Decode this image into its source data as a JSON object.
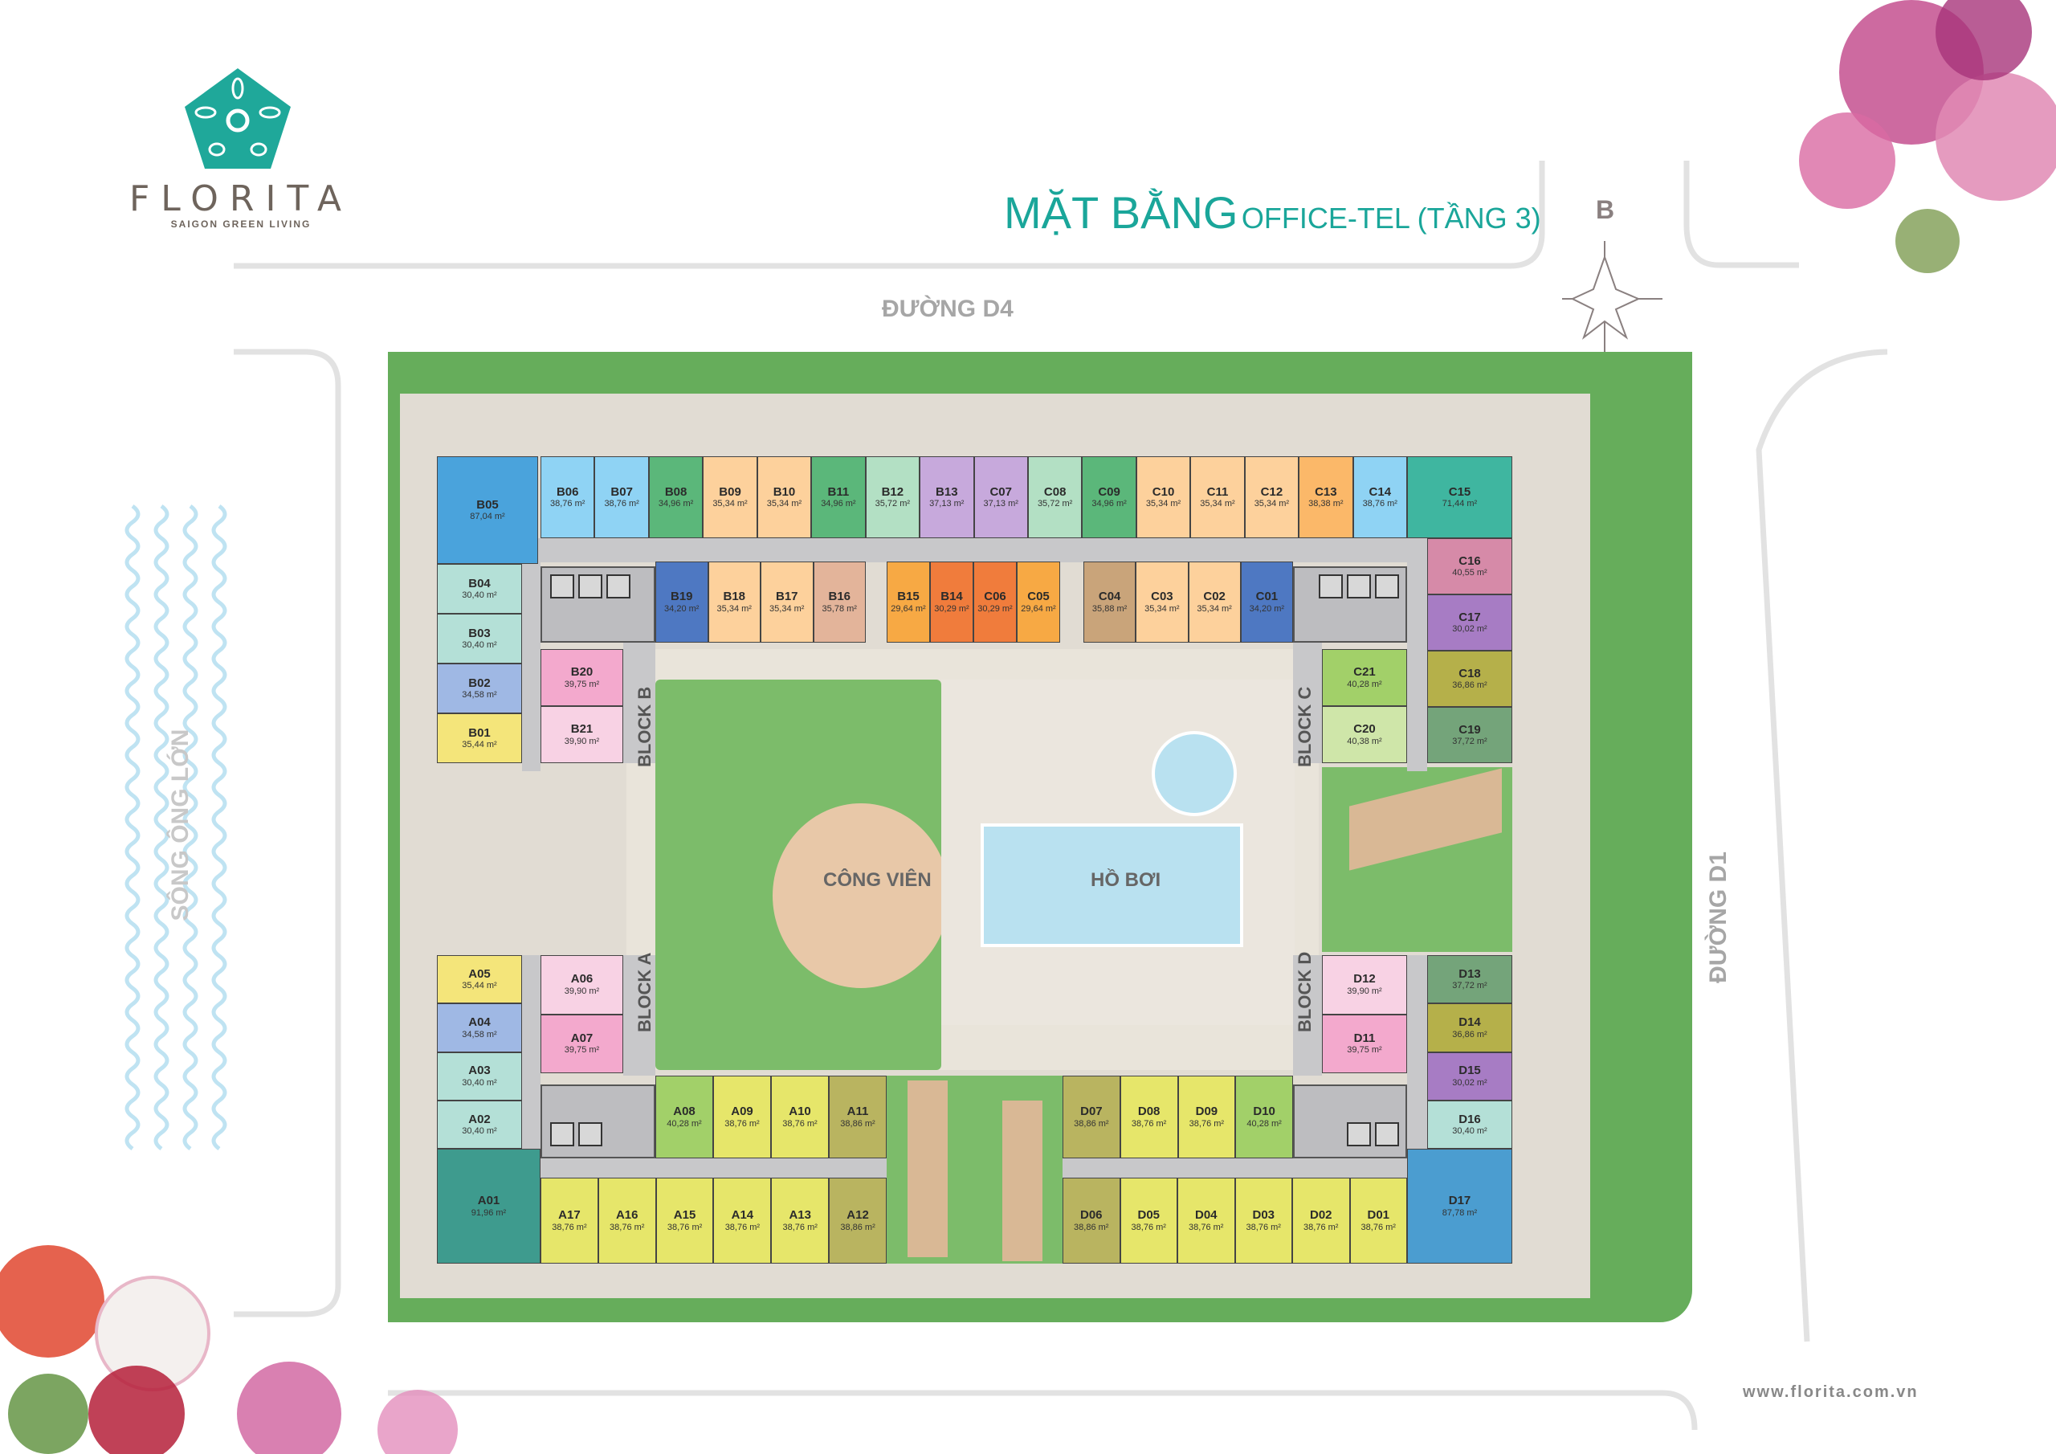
{
  "brand": {
    "name": "FLORITA",
    "tagline": "SAIGON GREEN LIVING",
    "accent": "#1fa89a"
  },
  "title": {
    "main": "MẶT BẰNG",
    "sub": "OFFICE-TEL (TẦNG 3)"
  },
  "compass": {
    "north_label": "B"
  },
  "streets": {
    "top": "ĐƯỜNG D4",
    "right": "ĐƯỜNG D1",
    "river": "SÔNG ÔNG LỚN"
  },
  "areas": {
    "park": "CÔNG VIÊN",
    "pool": "HỒ BƠI"
  },
  "blocks": {
    "a": "BLOCK A",
    "b": "BLOCK B",
    "c": "BLOCK C",
    "d": "BLOCK D"
  },
  "website": "www.florita.com.vn",
  "units": {
    "b05": [
      {
        "name": "B05",
        "area": "87,04 m²",
        "color": "#4aa3dc"
      }
    ],
    "top_row": [
      {
        "name": "B06",
        "area": "38,76 m²",
        "color": "#8fd3f4"
      },
      {
        "name": "B07",
        "area": "38,76 m²",
        "color": "#8fd3f4"
      },
      {
        "name": "B08",
        "area": "34,96 m²",
        "color": "#5bb77a"
      },
      {
        "name": "B09",
        "area": "35,34 m²",
        "color": "#fdd19c"
      },
      {
        "name": "B10",
        "area": "35,34 m²",
        "color": "#fdd19c"
      },
      {
        "name": "B11",
        "area": "34,96 m²",
        "color": "#5bb77a"
      },
      {
        "name": "B12",
        "area": "35,72 m²",
        "color": "#b3e0c4"
      },
      {
        "name": "B13",
        "area": "37,13 m²",
        "color": "#c7a9dc"
      },
      {
        "name": "C07",
        "area": "37,13 m²",
        "color": "#c7a9dc"
      },
      {
        "name": "C08",
        "area": "35,72 m²",
        "color": "#b3e0c4"
      },
      {
        "name": "C09",
        "area": "34,96 m²",
        "color": "#5bb77a"
      },
      {
        "name": "C10",
        "area": "35,34 m²",
        "color": "#fdd19c"
      },
      {
        "name": "C11",
        "area": "35,34 m²",
        "color": "#fdd19c"
      },
      {
        "name": "C12",
        "area": "35,34 m²",
        "color": "#fdd19c"
      },
      {
        "name": "C13",
        "area": "38,38 m²",
        "color": "#fbb869"
      },
      {
        "name": "C14",
        "area": "38,76 m²",
        "color": "#8fd3f4"
      }
    ],
    "c15": [
      {
        "name": "C15",
        "area": "71,44 m²",
        "color": "#3fb6a0"
      }
    ],
    "inner_b": [
      {
        "name": "B19",
        "area": "34,20 m²",
        "color": "#4e78c2"
      },
      {
        "name": "B18",
        "area": "35,34 m²",
        "color": "#fdd19c"
      },
      {
        "name": "B17",
        "area": "35,34 m²",
        "color": "#fdd19c"
      },
      {
        "name": "B16",
        "area": "35,78 m²",
        "color": "#e3b49a"
      }
    ],
    "inner_bc": [
      {
        "name": "B15",
        "area": "29,64 m²",
        "color": "#f7a944"
      },
      {
        "name": "B14",
        "area": "30,29 m²",
        "color": "#f07c3c"
      },
      {
        "name": "C06",
        "area": "30,29 m²",
        "color": "#f07c3c"
      },
      {
        "name": "C05",
        "area": "29,64 m²",
        "color": "#f7a944"
      }
    ],
    "inner_c": [
      {
        "name": "C04",
        "area": "35,88 m²",
        "color": "#c9a47a"
      },
      {
        "name": "C03",
        "area": "35,34 m²",
        "color": "#fdd19c"
      },
      {
        "name": "C02",
        "area": "35,34 m²",
        "color": "#fdd19c"
      },
      {
        "name": "C01",
        "area": "34,20 m²",
        "color": "#4e78c2"
      }
    ],
    "left_b": [
      {
        "name": "B04",
        "area": "30,40 m²",
        "color": "#b4e0d7"
      },
      {
        "name": "B03",
        "area": "30,40 m²",
        "color": "#b4e0d7"
      },
      {
        "name": "B02",
        "area": "34,58 m²",
        "color": "#9fb8e4"
      },
      {
        "name": "B01",
        "area": "35,44 m²",
        "color": "#f4e57a"
      }
    ],
    "b_inner": [
      {
        "name": "B20",
        "area": "39,75 m²",
        "color": "#f3a9cd"
      },
      {
        "name": "B21",
        "area": "39,90 m²",
        "color": "#f8d2e4"
      }
    ],
    "right_c": [
      {
        "name": "C16",
        "area": "40,55 m²",
        "color": "#d68aa8"
      },
      {
        "name": "C17",
        "area": "30,02 m²",
        "color": "#a77cc4"
      },
      {
        "name": "C18",
        "area": "36,86 m²",
        "color": "#b5b04a"
      },
      {
        "name": "C19",
        "area": "37,72 m²",
        "color": "#74a47a"
      }
    ],
    "c_inner": [
      {
        "name": "C21",
        "area": "40,28 m²",
        "color": "#a2d069"
      },
      {
        "name": "C20",
        "area": "40,38 m²",
        "color": "#cfe6a9"
      }
    ],
    "left_a": [
      {
        "name": "A05",
        "area": "35,44 m²",
        "color": "#f4e57a"
      },
      {
        "name": "A04",
        "area": "34,58 m²",
        "color": "#9fb8e4"
      },
      {
        "name": "A03",
        "area": "30,40 m²",
        "color": "#b4e0d7"
      },
      {
        "name": "A02",
        "area": "30,40 m²",
        "color": "#b4e0d7"
      }
    ],
    "a_inner": [
      {
        "name": "A06",
        "area": "39,90 m²",
        "color": "#f8d2e4"
      },
      {
        "name": "A07",
        "area": "39,75 m²",
        "color": "#f3a9cd"
      }
    ],
    "a01": [
      {
        "name": "A01",
        "area": "91,96 m²",
        "color": "#3e9b8e"
      }
    ],
    "a_upper": [
      {
        "name": "A08",
        "area": "40,28 m²",
        "color": "#a2d069"
      },
      {
        "name": "A09",
        "area": "38,76 m²",
        "color": "#e6e66a"
      },
      {
        "name": "A10",
        "area": "38,76 m²",
        "color": "#e6e66a"
      },
      {
        "name": "A11",
        "area": "38,86 m²",
        "color": "#b9b460"
      }
    ],
    "a_lower": [
      {
        "name": "A17",
        "area": "38,76 m²",
        "color": "#e6e66a"
      },
      {
        "name": "A16",
        "area": "38,76 m²",
        "color": "#e6e66a"
      },
      {
        "name": "A15",
        "area": "38,76 m²",
        "color": "#e6e66a"
      },
      {
        "name": "A14",
        "area": "38,76 m²",
        "color": "#e6e66a"
      },
      {
        "name": "A13",
        "area": "38,76 m²",
        "color": "#e6e66a"
      },
      {
        "name": "A12",
        "area": "38,86 m²",
        "color": "#b9b460"
      }
    ],
    "d_upper": [
      {
        "name": "D07",
        "area": "38,86 m²",
        "color": "#b9b460"
      },
      {
        "name": "D08",
        "area": "38,76 m²",
        "color": "#e6e66a"
      },
      {
        "name": "D09",
        "area": "38,76 m²",
        "color": "#e6e66a"
      },
      {
        "name": "D10",
        "area": "40,28 m²",
        "color": "#a2d069"
      }
    ],
    "d_lower": [
      {
        "name": "D06",
        "area": "38,86 m²",
        "color": "#b9b460"
      },
      {
        "name": "D05",
        "area": "38,76 m²",
        "color": "#e6e66a"
      },
      {
        "name": "D04",
        "area": "38,76 m²",
        "color": "#e6e66a"
      },
      {
        "name": "D03",
        "area": "38,76 m²",
        "color": "#e6e66a"
      },
      {
        "name": "D02",
        "area": "38,76 m²",
        "color": "#e6e66a"
      },
      {
        "name": "D01",
        "area": "38,76 m²",
        "color": "#e6e66a"
      }
    ],
    "d_inner": [
      {
        "name": "D12",
        "area": "39,90 m²",
        "color": "#f8d2e4"
      },
      {
        "name": "D11",
        "area": "39,75 m²",
        "color": "#f3a9cd"
      }
    ],
    "right_d": [
      {
        "name": "D13",
        "area": "37,72 m²",
        "color": "#74a47a"
      },
      {
        "name": "D14",
        "area": "36,86 m²",
        "color": "#b5b04a"
      },
      {
        "name": "D15",
        "area": "30,02 m²",
        "color": "#a77cc4"
      },
      {
        "name": "D16",
        "area": "30,40 m²",
        "color": "#b4e0d7"
      }
    ],
    "d17": [
      {
        "name": "D17",
        "area": "87,78 m²",
        "color": "#4b9dd0"
      }
    ]
  }
}
